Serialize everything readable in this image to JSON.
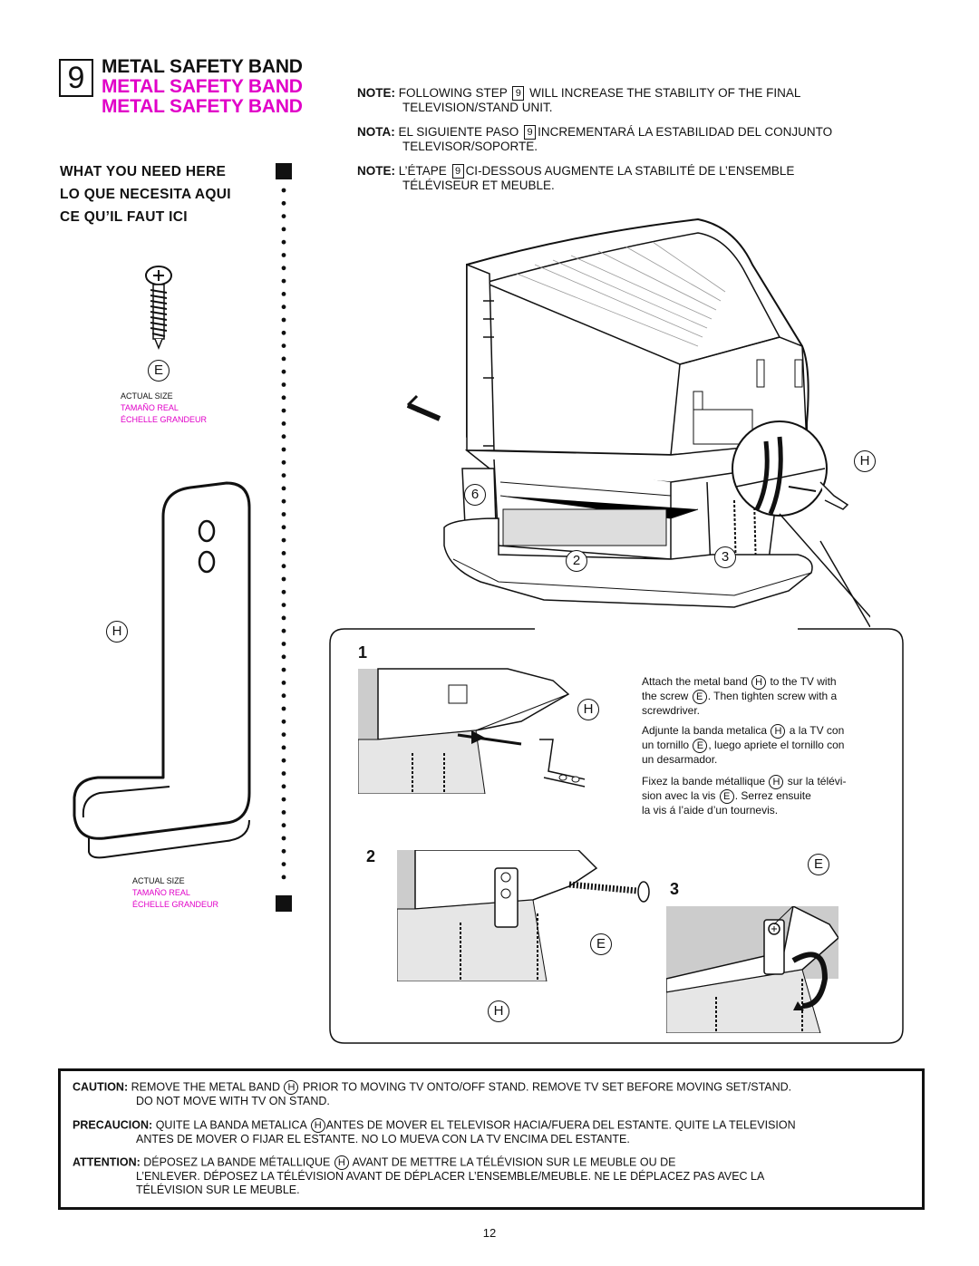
{
  "header": {
    "step_number": "9",
    "title_en": "METAL SAFETY BAND",
    "title_es": "METAL SAFETY BAND",
    "title_fr": "METAL SAFETY BAND"
  },
  "need": {
    "en": "WHAT YOU NEED HERE",
    "es": "LO QUE NECESITA AQUI",
    "fr": "CE QU’IL FAUT ICI"
  },
  "parts": {
    "screw_label": "E",
    "band_label": "H",
    "actual_size_en": "ACTUAL SIZE",
    "actual_size_es": "TAMAÑO REAL",
    "actual_size_fr": "ÉCHELLE GRANDEUR"
  },
  "notes": [
    {
      "label": "NOTE:",
      "pre": "FOLLOWING STEP",
      "step": "9",
      "post": "WILL INCREASE THE STABILITY OF THE FINAL",
      "line2": "TELEVISION/STAND UNIT."
    },
    {
      "label": "NOTA:",
      "pre": "EL SIGUIENTE PASO",
      "step": "9",
      "post": "INCREMENTARÁ LA ESTABILIDAD DEL CONJUNTO",
      "line2": "TELEVISOR/SOPORTE."
    },
    {
      "label": "NOTE:",
      "pre": "L’ÉTAPE",
      "step": "9",
      "post": "CI-DESSOUS AUGMENTE LA STABILITÉ DE L’ENSEMBLE",
      "line2": "TÉLÉVISEUR ET MEUBLE."
    }
  ],
  "diagram_labels": {
    "h": "H",
    "six": "6",
    "two": "2",
    "three": "3",
    "e": "E"
  },
  "substeps": {
    "one": "1",
    "two": "2",
    "three": "3"
  },
  "instructions": {
    "en": [
      "Attach the metal band",
      "to the TV with",
      "the screw",
      ".  Then tighten screw with a",
      "screwdriver."
    ],
    "es": [
      "Adjunte la banda metalica",
      "a la TV con",
      "un tornillo",
      ", luego apriete el tornillo con",
      "un desarmador."
    ],
    "fr": [
      "Fixez la bande métallique",
      "sur la télévi-",
      "sion avec la vis",
      ".  Serrez ensuite",
      "la vis á l’aide d’un tournevis."
    ]
  },
  "caution": {
    "en_label": "CAUTION:",
    "en_a": "REMOVE THE METAL BAND",
    "en_b": "PRIOR TO MOVING TV ONTO/OFF STAND.  REMOVE TV SET BEFORE MOVING SET/STAND.",
    "en_c": "DO NOT MOVE WITH TV ON STAND.",
    "es_label": "PRECAUCION:",
    "es_a": "QUITE LA BANDA METALICA",
    "es_b": "ANTES DE MOVER EL TELEVISOR HACIA/FUERA DEL ESTANTE.  QUITE LA TELEVISION",
    "es_c": "ANTES DE MOVER O FIJAR EL ESTANTE.  NO LO MUEVA CON LA TV ENCIMA DEL ESTANTE.",
    "fr_label": "ATTENTION:",
    "fr_a": "DÉPOSEZ LA BANDE MÉTALLIQUE",
    "fr_b": "AVANT DE METTRE LA TÉLÉVISION SUR LE MEUBLE OU DE",
    "fr_c": "L’ENLEVER.  DÉPOSEZ LA TÉLÉVISION AVANT DE DÉPLACER L’ENSEMBLE/MEUBLE.  NE LE DÉPLACEZ PAS AVEC LA",
    "fr_d": "TÉLÉVISION SUR LE MEUBLE."
  },
  "page_number": "12"
}
